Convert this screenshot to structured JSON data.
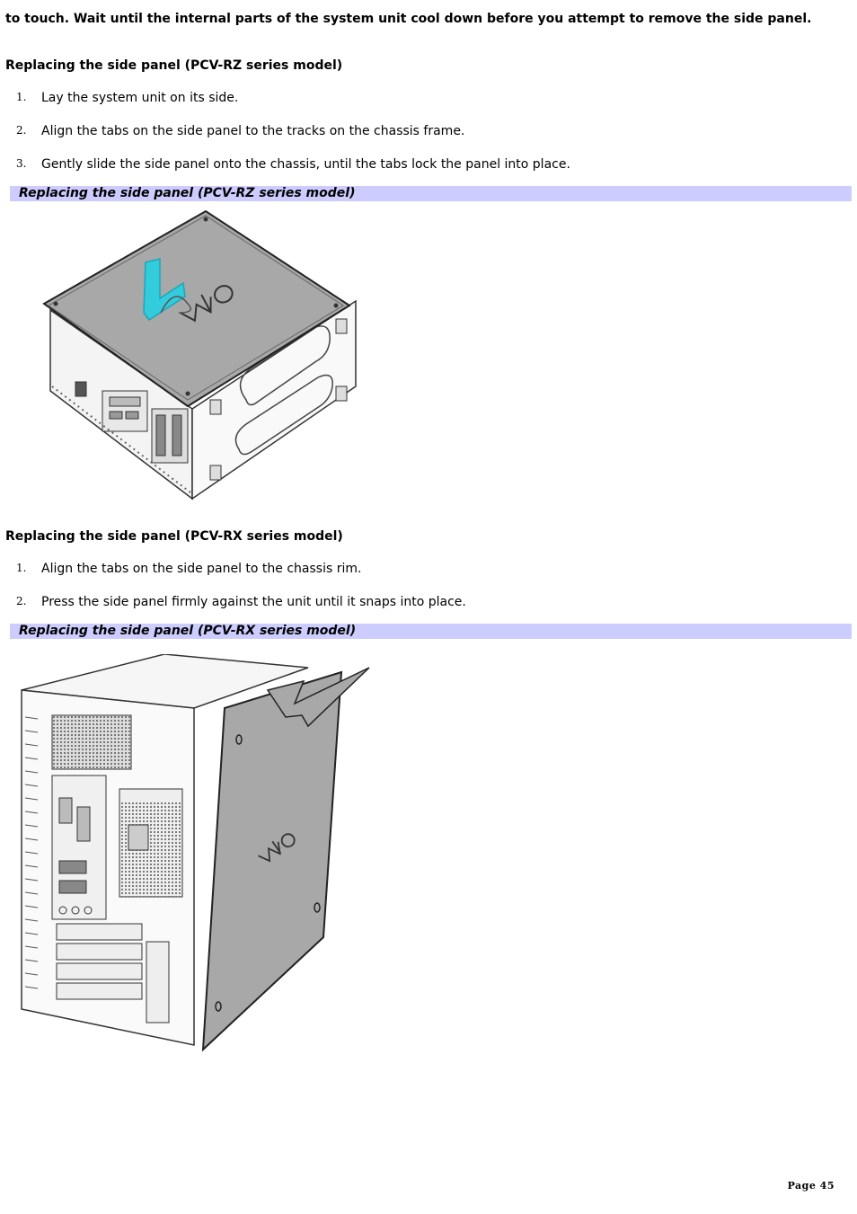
{
  "intro_text": "to touch. Wait until the internal parts of the system unit cool down before you attempt to remove the side panel.",
  "sections": [
    {
      "heading": "Replacing the side panel (PCV-RZ series model)",
      "steps": [
        {
          "num": "1.",
          "text": "Lay the system unit on its side."
        },
        {
          "num": "2.",
          "text": "Align the tabs on the side panel to the tracks on the chassis frame."
        },
        {
          "num": "3.",
          "text": "Gently slide the side panel onto the chassis, until the tabs lock the panel into place."
        }
      ],
      "figure_caption": "Replacing the side panel (PCV-RZ series model)",
      "figure_logo_text": "VAIO"
    },
    {
      "heading": "Replacing the side panel (PCV-RX series model)",
      "steps": [
        {
          "num": "1.",
          "text": "Align the tabs on the side panel to the chassis rim."
        },
        {
          "num": "2.",
          "text": "Press the side panel firmly against the unit until it snaps into place."
        }
      ],
      "figure_caption": "Replacing the side panel (PCV-RX series model)",
      "figure_logo_text": "VAIO"
    }
  ],
  "footer": {
    "page_label": "Page 45"
  },
  "colors": {
    "caption_bar": "#ccccff",
    "arrow_cyan": "#33ccdd",
    "panel_gray": "#a8a8a8"
  }
}
